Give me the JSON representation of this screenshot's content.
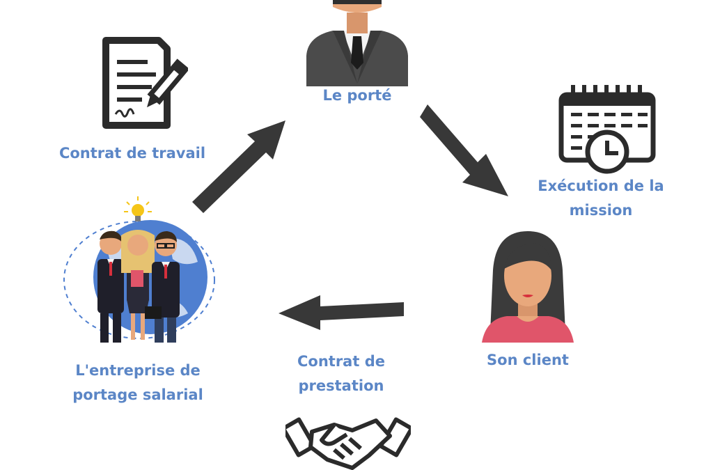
{
  "colors": {
    "label": "#5b86c6",
    "arrow": "#383838",
    "icon_dark": "#2b2b2b",
    "skin": "#e8a87c",
    "suit": "#4b4b4b",
    "blouse": "#e0556a",
    "globe": "#4f7fd0"
  },
  "nodes": {
    "porte": {
      "label": "Le porté",
      "icon": "businessman-icon"
    },
    "execution": {
      "label_line1": "Exécution de la",
      "label_line2": "mission",
      "icon": "calendar-clock-icon"
    },
    "client": {
      "label": "Son client",
      "icon": "woman-avatar-icon"
    },
    "prestation": {
      "label_line1": "Contrat de",
      "label_line2": "prestation",
      "icon": "handshake-icon"
    },
    "entreprise": {
      "label_line1": "L'entreprise de",
      "label_line2": "portage salarial",
      "icon": "team-globe-icon"
    },
    "travail": {
      "label": "Contrat de travail",
      "icon": "contract-pen-icon"
    }
  }
}
